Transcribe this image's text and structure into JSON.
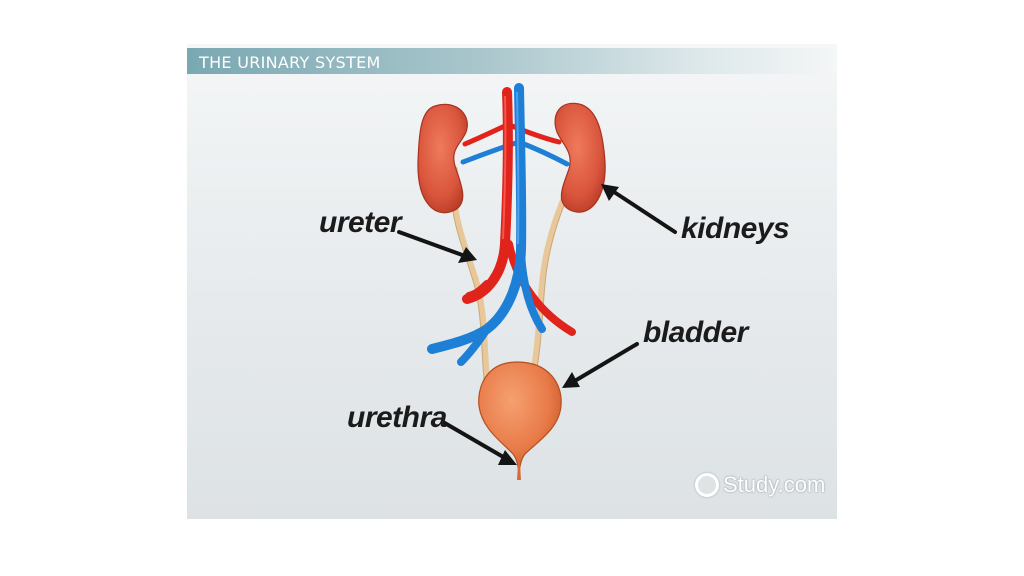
{
  "slide": {
    "title": "THE URINARY SYSTEM",
    "watermark": "Study.com",
    "watermark_icon": "study-logo-icon"
  },
  "labels": {
    "ureter": "ureter",
    "kidneys": "kidneys",
    "bladder": "bladder",
    "urethra": "urethra"
  },
  "colors": {
    "kidney": "#d9553c",
    "artery": "#e0231b",
    "vein": "#1d7fd6",
    "ureter": "#e8c89a",
    "bladder": "#e87a48",
    "title_bar": "#7aa8b2"
  }
}
